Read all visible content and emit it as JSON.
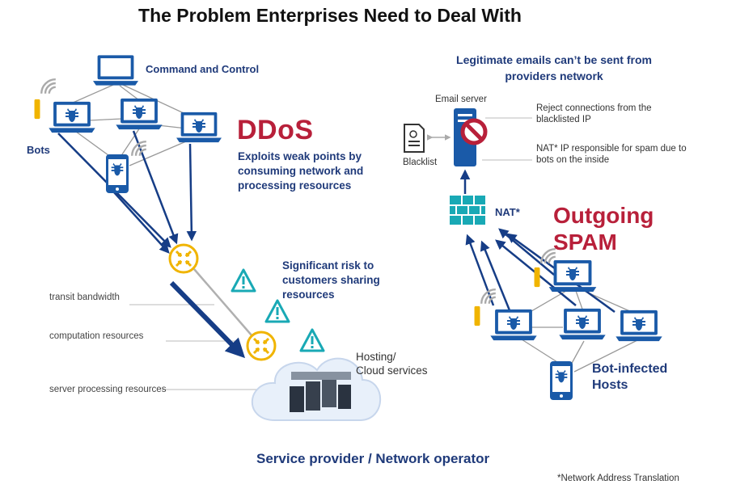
{
  "title": "The Problem Enterprises Need to Deal With",
  "ddos": {
    "command_label": "Command and Control",
    "bots_label": "Bots",
    "heading": "DDoS",
    "description": "Exploits weak points by consuming network and processing resources",
    "risk_text": "Significant risk to customers sharing resources",
    "resources": [
      "transit bandwidth",
      "computation resources",
      "server processing resources"
    ],
    "hosting_line1": "Hosting/",
    "hosting_line2": "Cloud services"
  },
  "spam": {
    "legit_text": "Legitimate emails can’t be sent from providers network",
    "email_server_label": "Email server",
    "blacklist_label": "Blacklist",
    "reject_text": "Reject connections from the blacklisted IP",
    "nat_ip_text": "NAT* IP responsible for spam due to bots on the inside",
    "nat_label": "NAT*",
    "heading_line1": "Outgoing",
    "heading_line2": "SPAM",
    "hosts_line1": "Bot-infected",
    "hosts_line2": "Hosts"
  },
  "footer": {
    "provider": "Service provider / Network operator",
    "note": "*Network Address Translation"
  },
  "colors": {
    "accent_red": "#b8203a",
    "navy": "#1f3a7a",
    "device_blue": "#1a5aa8",
    "warning_cyan": "#19a9b5",
    "router_yellow": "#f0b400"
  },
  "icons": [
    "laptop-icon",
    "phone-icon",
    "router-icon",
    "warning-icon",
    "cloud-icon",
    "server-icon",
    "blocked-icon",
    "firewall-icon",
    "document-icon",
    "wifi-icon",
    "usb-icon"
  ]
}
